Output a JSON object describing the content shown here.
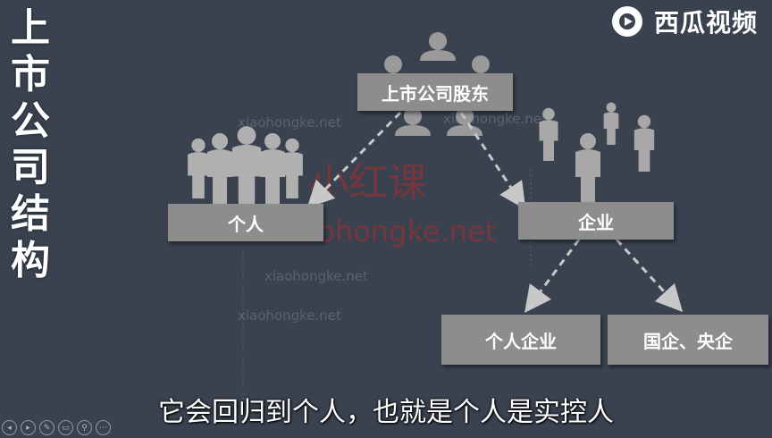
{
  "side_title": [
    "上",
    "市",
    "公",
    "司",
    "结",
    "构"
  ],
  "brand": {
    "name": "西瓜视频",
    "icon": "xigua-logo-icon"
  },
  "diagram": {
    "shareholders": "上市公司股东",
    "individual": "个人",
    "enterprise": "企业",
    "private_enterprise": "个人企业",
    "state_enterprise": "国企、央企"
  },
  "watermarks": {
    "red_cn": "小红课",
    "red_url": "xiaohongke.net",
    "faint_url": "xiaohongke.net"
  },
  "subtitle": "它会回归到个人，也就是个人是实控人",
  "player_controls": [
    "prev-icon",
    "play-icon",
    "pen-icon",
    "screen-icon",
    "zoom-icon",
    "more-icon"
  ],
  "colors": {
    "background": "#3a4250",
    "box": "#8d8d8d",
    "people": "#9a9a9a",
    "arrow": "#c8c8c8"
  }
}
